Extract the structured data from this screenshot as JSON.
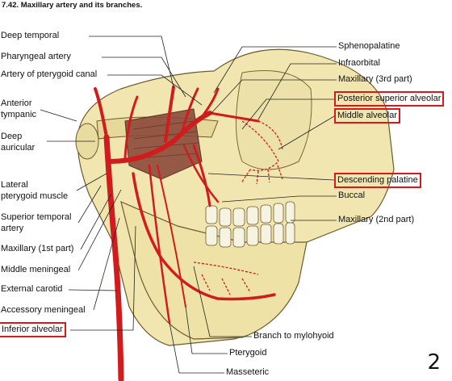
{
  "figure": {
    "title": "7.42. Maxillary artery and its branches.",
    "page_number": "2"
  },
  "labels": {
    "deep_temporal": "Deep temporal",
    "pharyngeal_artery": "Pharyngeal artery",
    "artery_pterygoid_canal": "Artery of pterygoid canal",
    "anterior_tympanic_1": "Anterior",
    "anterior_tympanic_2": "tympanic",
    "deep_auricular_1": "Deep",
    "deep_auricular_2": "auricular",
    "lateral_pterygoid_1": "Lateral",
    "lateral_pterygoid_2": "pterygoid muscle",
    "superior_temporal_1": "Superior temporal",
    "superior_temporal_2": "artery",
    "maxillary_1st": "Maxillary (1st part)",
    "middle_meningeal": "Middle meningeal",
    "external_carotid": "External carotid",
    "accessory_meningeal": "Accessory meningeal",
    "inferior_alveolar": "Inferior alveolar",
    "sphenopalatine": "Sphenopalatine",
    "infraorbital": "Infraorbital",
    "maxillary_3rd": "Maxillary (3rd part)",
    "posterior_superior_alveolar": "Posterior superior alveolar",
    "middle_alveolar": "Middle alveolar",
    "descending_palatine": "Descending palatine",
    "buccal": "Buccal",
    "maxillary_2nd": "Maxillary (2nd part)",
    "branch_mylohyoid": "Branch to mylohyoid",
    "pterygoid": "Pterygoid",
    "masseteric": "Masseteric"
  },
  "colors": {
    "bone": "#f2e6b0",
    "bone_shadow": "#d9c98a",
    "artery": "#d01c1c",
    "muscle": "#8b4a3a",
    "highlight_box": "#d7191c"
  }
}
